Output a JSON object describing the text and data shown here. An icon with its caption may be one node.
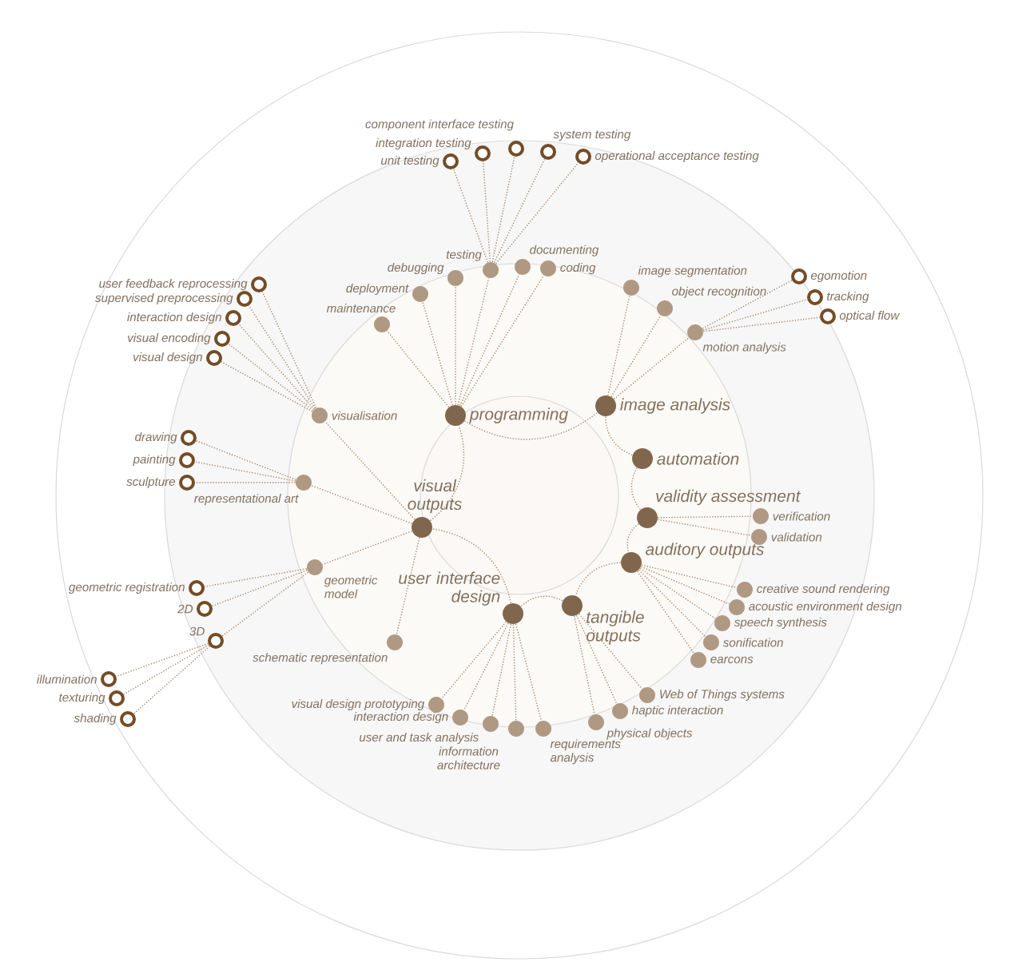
{
  "diagram": {
    "nodes": [
      {
        "text": [
          "programming"
        ]
      },
      {
        "text": [
          "image analysis"
        ]
      },
      {
        "text": [
          "automation"
        ]
      },
      {
        "text": [
          "validity assessment"
        ]
      },
      {
        "text": [
          "auditory outputs"
        ]
      },
      {
        "text": [
          "tangible outputs"
        ]
      },
      {
        "text": [
          "user interface design"
        ]
      },
      {
        "text": [
          "visual outputs"
        ]
      },
      {
        "text": [
          "maintenance"
        ]
      },
      {
        "text": [
          "deployment"
        ]
      },
      {
        "text": [
          "debugging"
        ]
      },
      {
        "text": [
          "testing"
        ]
      },
      {
        "text": [
          "documenting"
        ]
      },
      {
        "text": [
          "coding"
        ]
      },
      {
        "text": [
          "image segmentation"
        ]
      },
      {
        "text": [
          "object recognition"
        ]
      },
      {
        "text": [
          "motion analysis"
        ]
      },
      {
        "text": [
          "verification"
        ]
      },
      {
        "text": [
          "validation"
        ]
      },
      {
        "text": [
          "creative sound rendering"
        ]
      },
      {
        "text": [
          "acoustic environment design"
        ]
      },
      {
        "text": [
          "speech synthesis"
        ]
      },
      {
        "text": [
          "sonification"
        ]
      },
      {
        "text": [
          "earcons"
        ]
      },
      {
        "text": [
          "Web of Things systems"
        ]
      },
      {
        "text": [
          "haptic interaction"
        ]
      },
      {
        "text": [
          "physical objects"
        ]
      },
      {
        "text": [
          "visual design prototyping"
        ]
      },
      {
        "text": [
          "interaction design"
        ]
      },
      {
        "text": [
          "user and task analysis"
        ]
      },
      {
        "text": [
          "information architecture"
        ]
      },
      {
        "text": [
          "requirements analysis"
        ]
      },
      {
        "text": [
          "visualisation"
        ]
      },
      {
        "text": [
          "representational art"
        ]
      },
      {
        "text": [
          "geometric model"
        ]
      },
      {
        "text": [
          "schematic representation"
        ]
      },
      {
        "text": [
          "unit testing"
        ]
      },
      {
        "text": [
          "integration testing"
        ]
      },
      {
        "text": [
          "component interface testing"
        ]
      },
      {
        "text": [
          "system testing"
        ]
      },
      {
        "text": [
          "operational acceptance testing"
        ]
      },
      {
        "text": [
          "egomotion"
        ]
      },
      {
        "text": [
          "tracking"
        ]
      },
      {
        "text": [
          "optical flow"
        ]
      },
      {
        "text": [
          "user feedback reprocessing"
        ]
      },
      {
        "text": [
          "supervised preprocessing"
        ]
      },
      {
        "text": [
          "interaction design"
        ]
      },
      {
        "text": [
          "visual encoding"
        ]
      },
      {
        "text": [
          "visual design"
        ]
      },
      {
        "text": [
          "drawing"
        ]
      },
      {
        "text": [
          "painting"
        ]
      },
      {
        "text": [
          "sculpture"
        ]
      },
      {
        "text": [
          "geometric registration"
        ]
      },
      {
        "text": [
          "2D"
        ]
      },
      {
        "text": [
          "3D"
        ]
      },
      {
        "text": [
          "illumination"
        ]
      },
      {
        "text": [
          "texturing"
        ]
      },
      {
        "text": [
          "shading"
        ]
      }
    ],
    "edges": [
      {
        "from": 0,
        "to": 1,
        "arrow": "none"
      },
      {
        "from": 1,
        "to": 2,
        "arrow": "none"
      },
      {
        "from": 2,
        "to": 3,
        "arrow": "none"
      },
      {
        "from": 3,
        "to": 4,
        "arrow": "none"
      },
      {
        "from": 4,
        "to": 5,
        "arrow": "none"
      },
      {
        "from": 5,
        "to": 6,
        "arrow": "none"
      },
      {
        "from": 6,
        "to": 7,
        "arrow": "none"
      },
      {
        "from": 7,
        "to": 0,
        "arrow": "none"
      },
      {
        "from": 0,
        "to": 8,
        "arrow": "none"
      },
      {
        "from": 0,
        "to": 9,
        "arrow": "none"
      },
      {
        "from": 0,
        "to": 10,
        "arrow": "none"
      },
      {
        "from": 0,
        "to": 11,
        "arrow": "none"
      },
      {
        "from": 0,
        "to": 12,
        "arrow": "none"
      },
      {
        "from": 0,
        "to": 13,
        "arrow": "none"
      },
      {
        "from": 1,
        "to": 14,
        "arrow": "none"
      },
      {
        "from": 1,
        "to": 15,
        "arrow": "none"
      },
      {
        "from": 1,
        "to": 16,
        "arrow": "none"
      },
      {
        "from": 3,
        "to": 17,
        "arrow": "none"
      },
      {
        "from": 3,
        "to": 18,
        "arrow": "none"
      },
      {
        "from": 4,
        "to": 19,
        "arrow": "none"
      },
      {
        "from": 4,
        "to": 20,
        "arrow": "none"
      },
      {
        "from": 4,
        "to": 21,
        "arrow": "none"
      },
      {
        "from": 4,
        "to": 22,
        "arrow": "none"
      },
      {
        "from": 4,
        "to": 23,
        "arrow": "none"
      },
      {
        "from": 5,
        "to": 24,
        "arrow": "none"
      },
      {
        "from": 5,
        "to": 25,
        "arrow": "none"
      },
      {
        "from": 5,
        "to": 26,
        "arrow": "none"
      },
      {
        "from": 6,
        "to": 27,
        "arrow": "none"
      },
      {
        "from": 6,
        "to": 28,
        "arrow": "none"
      },
      {
        "from": 6,
        "to": 29,
        "arrow": "none"
      },
      {
        "from": 6,
        "to": 30,
        "arrow": "none"
      },
      {
        "from": 6,
        "to": 31,
        "arrow": "none"
      },
      {
        "from": 7,
        "to": 32,
        "arrow": "none"
      },
      {
        "from": 7,
        "to": 33,
        "arrow": "none"
      },
      {
        "from": 7,
        "to": 34,
        "arrow": "none"
      },
      {
        "from": 7,
        "to": 35,
        "arrow": "none"
      },
      {
        "from": 11,
        "to": 36,
        "arrow": "none"
      },
      {
        "from": 11,
        "to": 37,
        "arrow": "none"
      },
      {
        "from": 11,
        "to": 38,
        "arrow": "none"
      },
      {
        "from": 11,
        "to": 39,
        "arrow": "none"
      },
      {
        "from": 11,
        "to": 40,
        "arrow": "none"
      },
      {
        "from": 16,
        "to": 41,
        "arrow": "none"
      },
      {
        "from": 16,
        "to": 42,
        "arrow": "none"
      },
      {
        "from": 16,
        "to": 43,
        "arrow": "none"
      },
      {
        "from": 32,
        "to": 44,
        "arrow": "none"
      },
      {
        "from": 32,
        "to": 45,
        "arrow": "none"
      },
      {
        "from": 32,
        "to": 46,
        "arrow": "none"
      },
      {
        "from": 32,
        "to": 47,
        "arrow": "none"
      },
      {
        "from": 32,
        "to": 48,
        "arrow": "none"
      },
      {
        "from": 33,
        "to": 49,
        "arrow": "none"
      },
      {
        "from": 33,
        "to": 50,
        "arrow": "none"
      },
      {
        "from": 33,
        "to": 51,
        "arrow": "none"
      },
      {
        "from": 34,
        "to": 52,
        "arrow": "none"
      },
      {
        "from": 34,
        "to": 53,
        "arrow": "none"
      },
      {
        "from": 34,
        "to": 54,
        "arrow": "none"
      },
      {
        "from": 54,
        "to": 55,
        "arrow": "none"
      },
      {
        "from": 54,
        "to": 56,
        "arrow": "none"
      },
      {
        "from": 54,
        "to": 57,
        "arrow": "none"
      }
    ]
  }
}
